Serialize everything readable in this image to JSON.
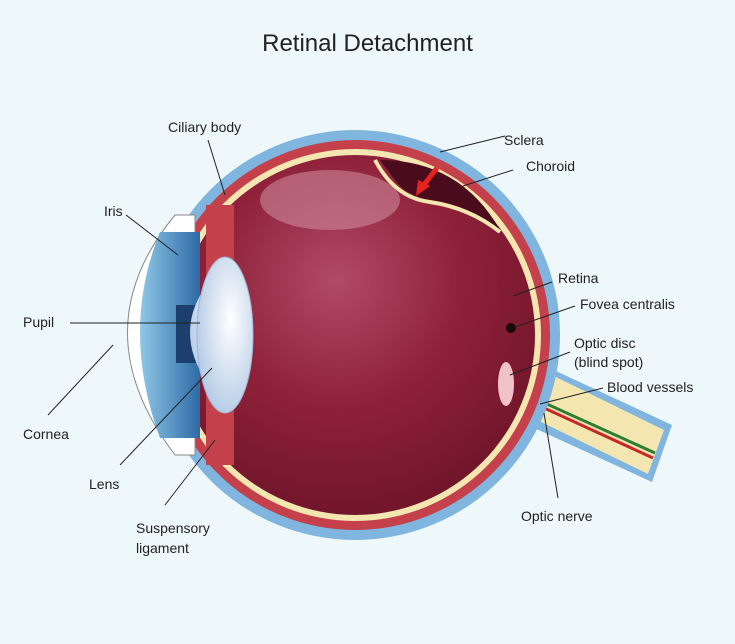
{
  "title": "Retinal Detachment",
  "labels": {
    "ciliary_body": "Ciliary body",
    "sclera": "Sclera",
    "choroid": "Choroid",
    "iris": "Iris",
    "retina": "Retina",
    "fovea": "Fovea centralis",
    "pupil": "Pupil",
    "optic_disc_line1": "Optic disc",
    "optic_disc_line2": "(blind spot)",
    "blood_vessels": "Blood vessels",
    "cornea": "Cornea",
    "lens": "Lens",
    "suspensory_line1": "Suspensory",
    "suspensory_line2": "ligament",
    "optic_nerve": "Optic nerve"
  },
  "colors": {
    "background": "#eef7fa",
    "sclera": "#7fb5de",
    "choroid": "#c4414c",
    "retina": "#f3e6b0",
    "vitreous": "#8a1f35",
    "detachment_arrow": "#e8231d",
    "iris": "#3a78b0",
    "lens": "#dde8f4"
  }
}
